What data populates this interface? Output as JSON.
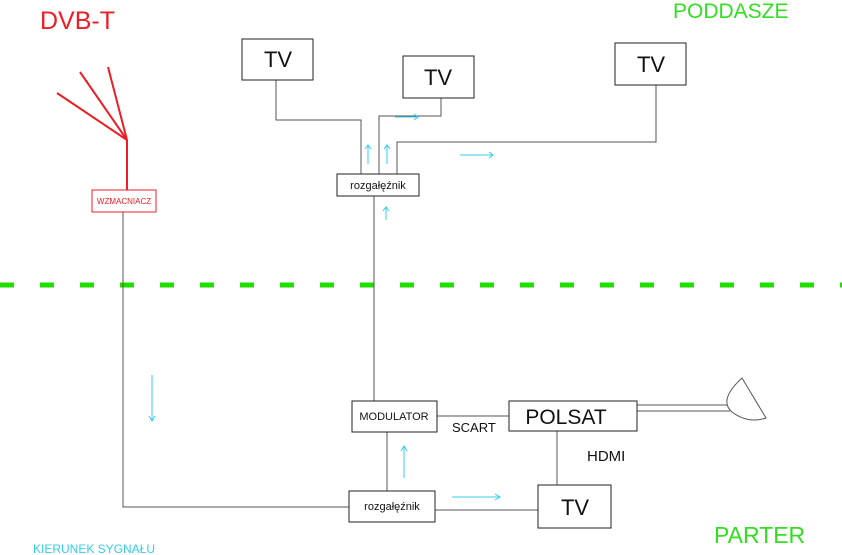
{
  "labels": {
    "dvbt": "DVB-T",
    "poddasze": "PODDASZE",
    "parter": "PARTER",
    "kierunek": "KIERUNEK SYGNAŁU",
    "wzmacniacz": "WZMACNIACZ",
    "splitter_top": "rozgałęźnik",
    "splitter_bottom": "rozgałęźnik",
    "modulator": "MODULATOR",
    "polsat": "POLSAT",
    "scart": "SCART",
    "hdmi": "HDMI",
    "tv_attic_left": "TV",
    "tv_attic_middle": "TV",
    "tv_attic_right": "TV",
    "tv_ground": "TV"
  },
  "colors": {
    "antenna": "#ee1c24",
    "divider": "#22dd00",
    "arrow": "#33ccee",
    "line": "#555555",
    "box": "#222222",
    "attic_label": "#33dd22"
  },
  "icons": {
    "antenna": "antenna-icon",
    "satellite_dish": "satellite-dish-icon",
    "signal_arrow": "arrow-icon"
  }
}
